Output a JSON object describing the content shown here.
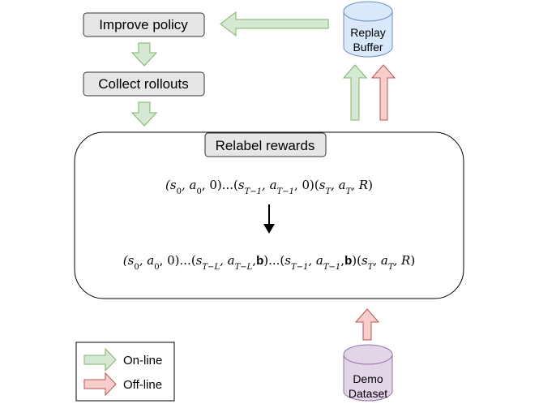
{
  "nodes": {
    "improve_policy": "Improve policy",
    "collect_rollouts": "Collect rollouts",
    "relabel_rewards": "Relabel rewards",
    "replay_buffer": [
      "Replay",
      "Buffer"
    ],
    "demo_dataset": [
      "Demo",
      "Dataset"
    ]
  },
  "formulas": {
    "top": "(s0, a0, 0)...(sT−1, aT−1, 0)(sT, aT, R)",
    "bottom": "(s0, a0, 0)...(sT−L, aT−L, b)...(sT−1, aT−1, b)(sT, aT, R)"
  },
  "legend": {
    "online": "On-line",
    "offline": "Off-line"
  },
  "colors": {
    "online_fill": "#d5e8d4",
    "online_stroke": "#82b366",
    "offline_fill": "#f8cecc",
    "offline_stroke": "#b85450",
    "buffer_fill": "#dae8fc",
    "buffer_stroke": "#6c8ebf",
    "dataset_fill": "#e1d5e7",
    "dataset_stroke": "#9673a6",
    "box_fill": "#e6e6e6"
  }
}
